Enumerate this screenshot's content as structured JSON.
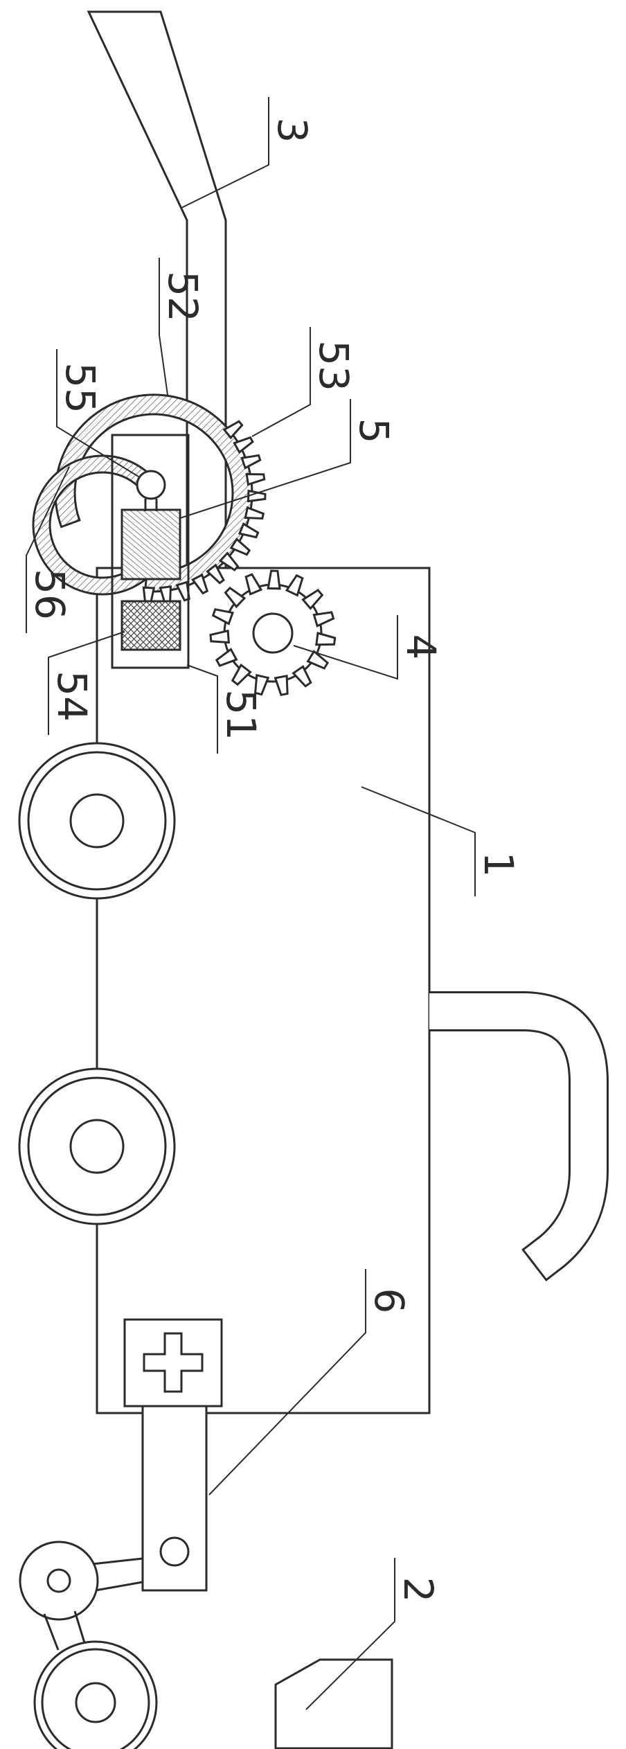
{
  "figure": {
    "ink_color": "#2b2b2b",
    "background_color": "#ffffff",
    "labels": [
      {
        "ref": "3"
      },
      {
        "ref": "52"
      },
      {
        "ref": "55"
      },
      {
        "ref": "53"
      },
      {
        "ref": "5"
      },
      {
        "ref": "56"
      },
      {
        "ref": "54"
      },
      {
        "ref": "51"
      },
      {
        "ref": "4"
      },
      {
        "ref": "1"
      },
      {
        "ref": "6"
      },
      {
        "ref": "2"
      }
    ]
  }
}
